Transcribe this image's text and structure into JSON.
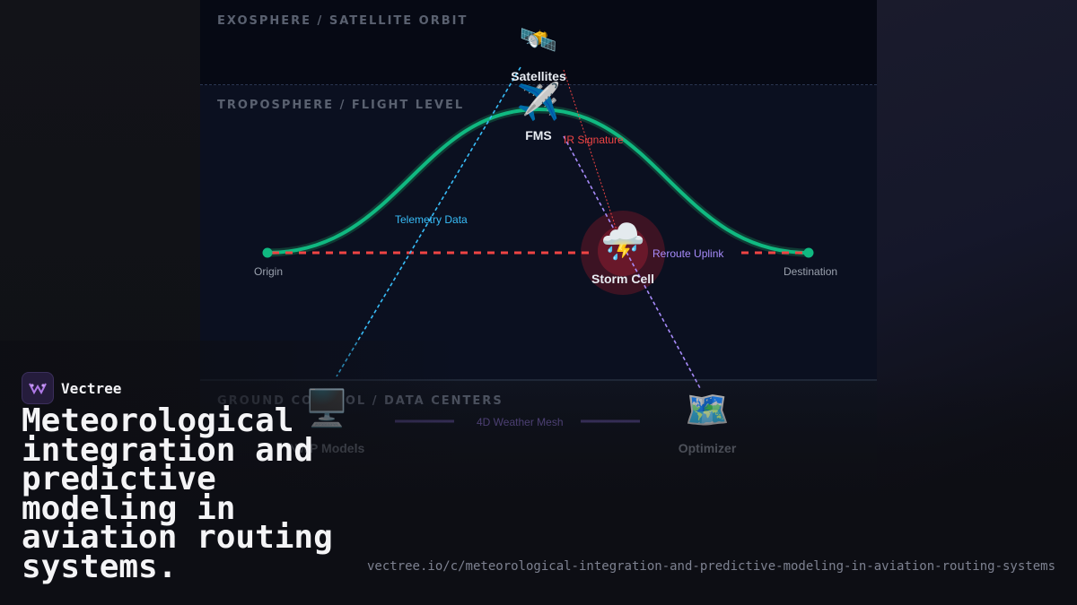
{
  "diagram": {
    "bands": {
      "exosphere": "EXOSPHERE / SATELLITE ORBIT",
      "troposphere": "TROPOSPHERE / FLIGHT LEVEL",
      "ground": "GROUND CONTROL / DATA CENTERS"
    },
    "nodes": {
      "satellites": {
        "label": "Satellites",
        "icon": "satellite-icon"
      },
      "fms": {
        "label": "FMS",
        "icon": "airplane-icon"
      },
      "storm": {
        "label": "Storm Cell",
        "icon": "thunderstorm-icon"
      },
      "models": {
        "label": "NWP Models",
        "icon": "computer-icon"
      },
      "optimizer": {
        "label": "Optimizer",
        "icon": "map-icon"
      }
    },
    "route": {
      "origin": "Origin",
      "destination": "Destination"
    },
    "links": {
      "telemetry": "Telemetry Data",
      "ir_signature": "IR Signature",
      "reroute": "Reroute Uplink",
      "mesh": "4D Weather Mesh"
    },
    "colors": {
      "route": "#10b981",
      "blocked": "#ef4444",
      "telemetry": "#38bdf8",
      "uplink": "#a78bfa",
      "mesh": "#7c5cc4"
    }
  },
  "brand": {
    "name": "Vectree",
    "logo": "vectree-logo-icon"
  },
  "headline": "Meteorological integration and predictive modeling in aviation routing systems.",
  "url": "vectree.io/c/meteorological-integration-and-predictive-modeling-in-aviation-routing-systems"
}
